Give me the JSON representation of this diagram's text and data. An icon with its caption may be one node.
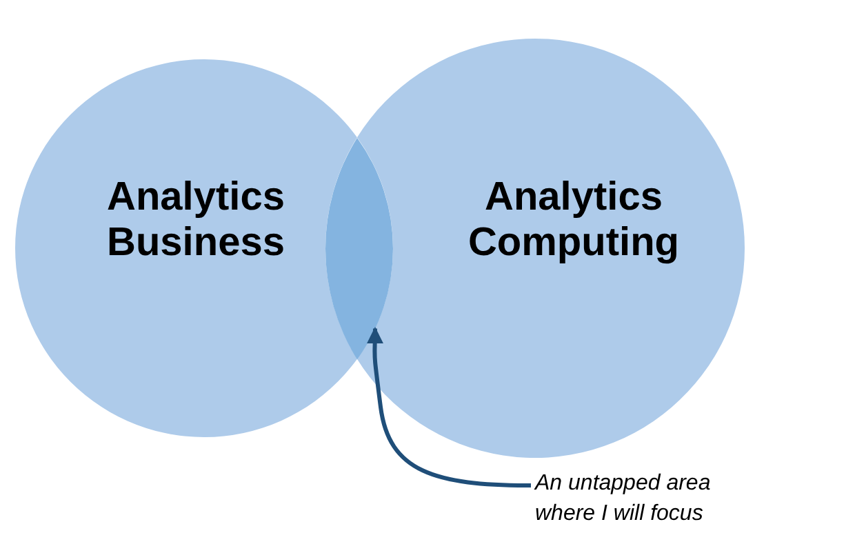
{
  "diagram": {
    "nodes": [
      {
        "text": [
          "Analytics Business"
        ]
      },
      {
        "text": [
          "Analytics Computing"
        ]
      },
      {
        "text": [],
        "shape": "lens"
      },
      {
        "text": [
          "An untapped area where I will focus"
        ]
      }
    ],
    "edges": [
      {
        "from": 3,
        "to": 2,
        "arrow": "to"
      }
    ]
  }
}
